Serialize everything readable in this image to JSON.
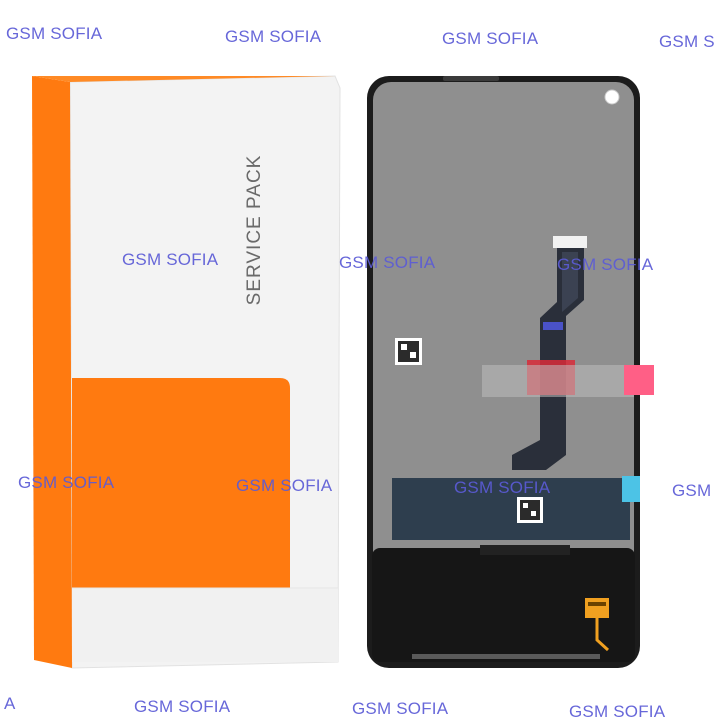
{
  "product": {
    "box_label": "SERVICE PACK",
    "box_accent_color": "#ff7a10",
    "box_panel_color": "#f4f4f4",
    "screen_color": "#8f8f8f",
    "frame_color": "#1c1c1c"
  },
  "watermarks": [
    "GSM SOFIA",
    "GSM SOFIA",
    "GSM SOFIA",
    "GSM S",
    "GSM SOFIA",
    "GSM SOFIA",
    "GSM SOFIA",
    "GSM SOFIA",
    "GSM SOFIA",
    "GSM SOFIA",
    "GSM",
    "A",
    "GSM SOFIA",
    "GSM SOFIA",
    "GSM SOFIA"
  ]
}
